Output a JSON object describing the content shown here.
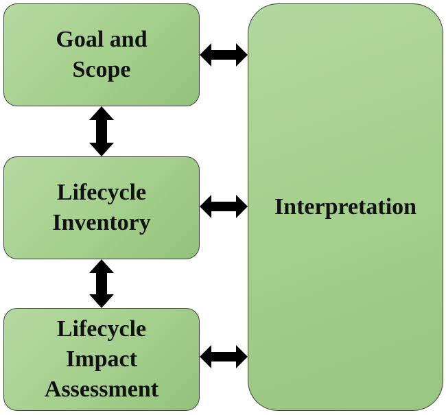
{
  "diagram": {
    "boxes": [
      {
        "id": "goal",
        "lines": [
          "Goal and",
          "Scope"
        ]
      },
      {
        "id": "inventory",
        "lines": [
          "Lifecycle",
          "Inventory"
        ]
      },
      {
        "id": "impact",
        "lines": [
          "Lifecycle",
          "Impact",
          "Assessment"
        ]
      }
    ],
    "interpretation": {
      "label": "Interpretation"
    }
  },
  "colors": {
    "box_fill": "#a6d08e",
    "box_border": "#3f3f3f",
    "arrow": "#000000",
    "text": "#111111"
  }
}
